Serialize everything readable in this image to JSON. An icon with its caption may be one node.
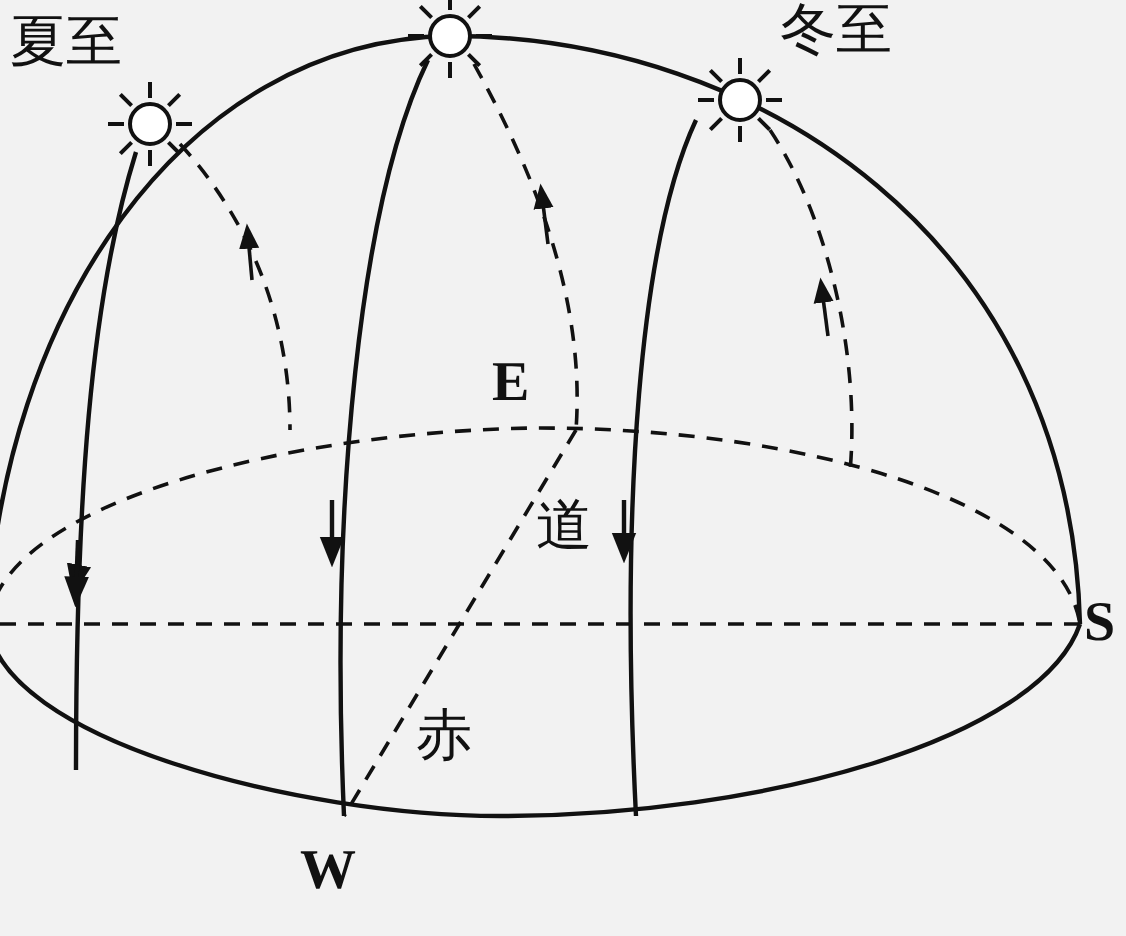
{
  "diagram": {
    "labels": [
      "夏至",
      "冬至",
      "E",
      "道",
      "S",
      "赤",
      "W"
    ]
  }
}
